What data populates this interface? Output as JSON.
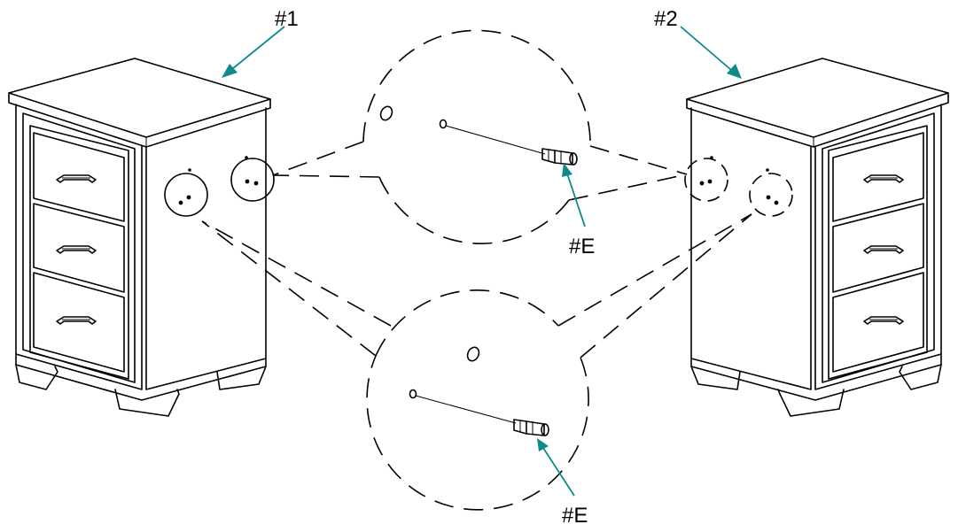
{
  "labels": {
    "nightstand_1": "#1",
    "nightstand_2": "#2",
    "connector_upper": "#E",
    "connector_lower": "#E"
  },
  "colors": {
    "line": "#000000",
    "leader_arrow": "#0e8a8a",
    "background": "#ffffff"
  },
  "icons": {
    "connector": "dowel-connector-icon",
    "cabinet": "nightstand-icon"
  }
}
